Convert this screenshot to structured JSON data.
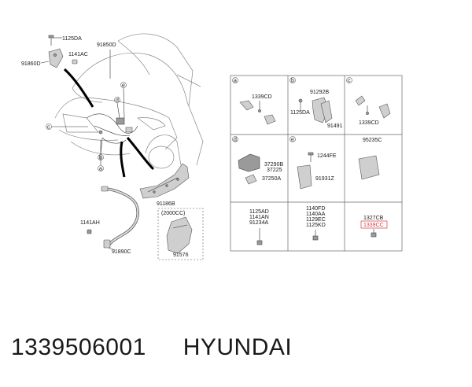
{
  "footer": {
    "part_number": "1339506001",
    "brand": "HYUNDAI"
  },
  "accent_color": "#d23a3a",
  "callouts": {
    "c1125da_top": "1125DA",
    "c91850d": "91850D",
    "c1141ac": "1141AC",
    "c91860d": "91860D",
    "c91186b": "91186B",
    "c2000cc": "(2000CC)",
    "c1141ah": "1141AH",
    "c91890c": "91890C",
    "c91576": "91576"
  },
  "car_letters": {
    "a": "a",
    "b": "b",
    "c": "c",
    "d": "d",
    "e": "e"
  },
  "table": {
    "cells": {
      "a": {
        "letter": "a",
        "labels": [
          "1339CD"
        ]
      },
      "b": {
        "letter": "b",
        "labels": [
          "91292B",
          "1125DA",
          "91491"
        ]
      },
      "c": {
        "letter": "c",
        "labels": [
          "1339CD"
        ]
      },
      "d": {
        "letter": "d",
        "labels": [
          "37290B",
          "37225",
          "37250A"
        ]
      },
      "e": {
        "letter": "e",
        "labels": [
          "1244FE",
          "91931Z"
        ]
      },
      "f": {
        "title": "95235C"
      },
      "g": {
        "labels": [
          "1125AD",
          "1141AN",
          "91234A"
        ]
      },
      "h": {
        "labels": [
          "1140FD",
          "1140AA",
          "1129EC",
          "1125KD"
        ]
      },
      "i": {
        "labels": [
          "1327CB"
        ],
        "highlight": "1339CC"
      }
    }
  }
}
